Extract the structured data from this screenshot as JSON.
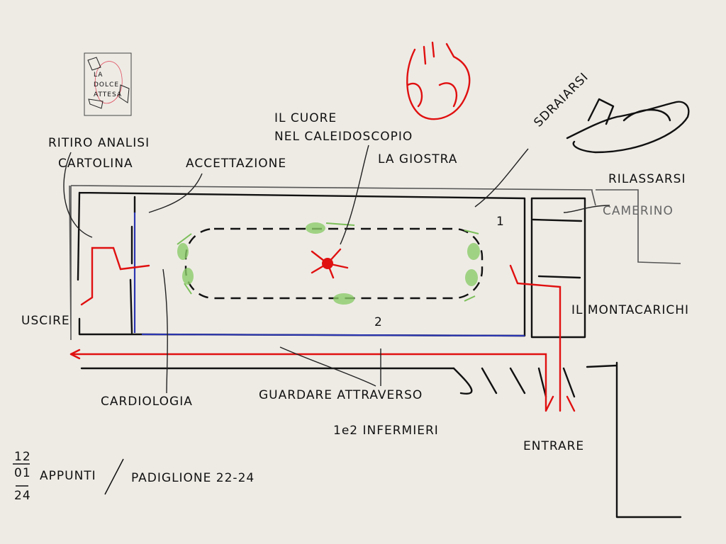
{
  "title_card": {
    "line1": "LA",
    "line2": "DOLCE",
    "line3": "ATTESA"
  },
  "labels": {
    "heart_line1": "IL CUORE",
    "heart_line2": "NEL CALEIDOSCOPIO",
    "carousel": "LA GIOSTRA",
    "lie_down": "SDRAIARSI",
    "relax": "RILASSARSI",
    "dressing_room": "CAMERINO",
    "results_line1": "RITIRO ANALISI",
    "results_line2": "CARTOLINA",
    "reception": "ACCETTAZIONE",
    "nurse_1": "1",
    "nurse_2": "2",
    "lift": "IL MONTACARICHI",
    "exit": "USCIRE",
    "cardiology": "CARDIOLOGIA",
    "look_through": "GUARDARE ATTRAVERSO",
    "nurses": "1e2 INFERMIERI",
    "enter": "ENTRARE"
  },
  "footer": {
    "date_day": "12",
    "date_month": "01",
    "date_year": "24",
    "notes": "APPUNTI",
    "pavilion": "PADIGLIONE 22-24"
  },
  "colors": {
    "paper": "#eeebe5",
    "ink": "#111111",
    "red": "#e01010",
    "blue": "#2a35b0",
    "green": "#7cbf5a"
  }
}
